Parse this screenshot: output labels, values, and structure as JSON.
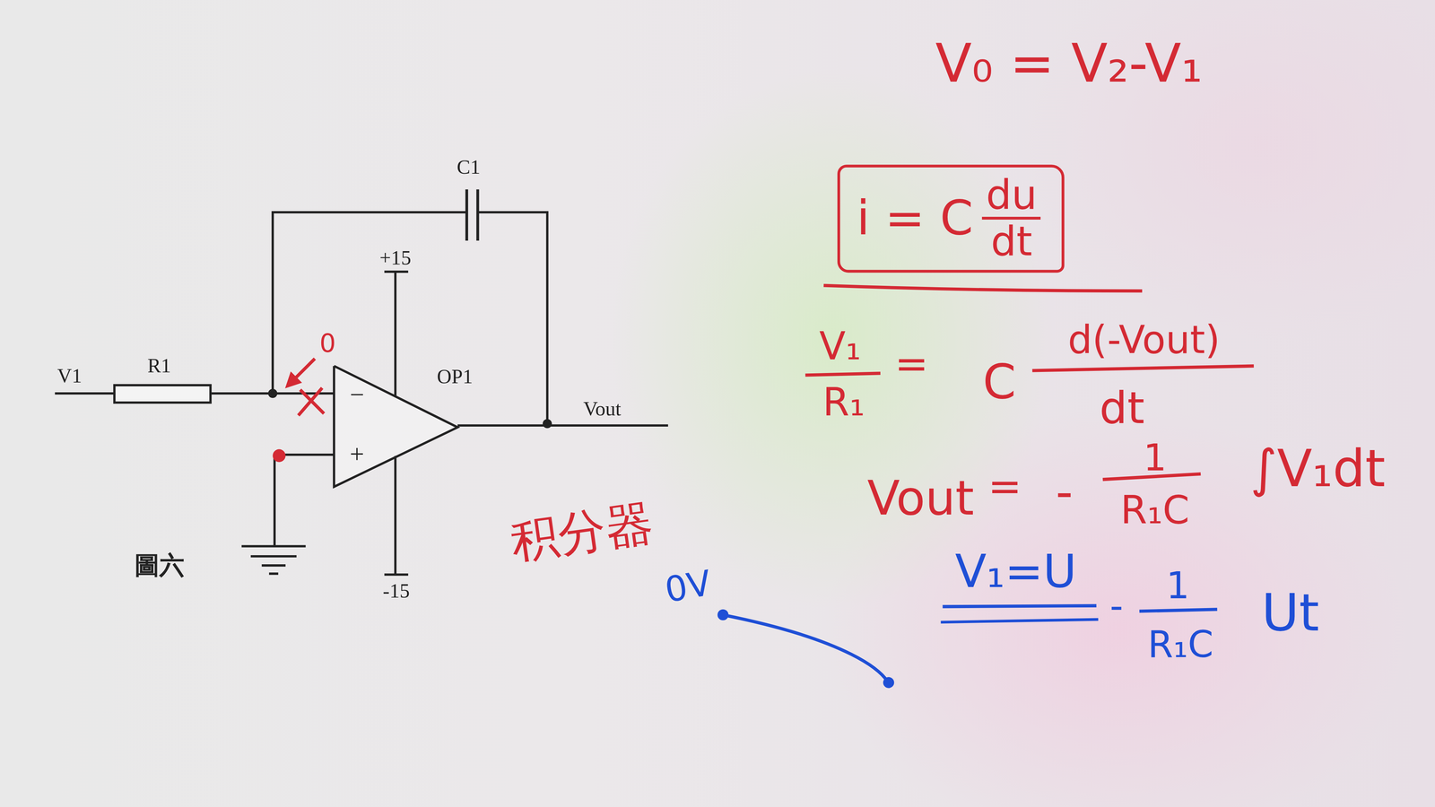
{
  "diagram": {
    "caption": "圖六",
    "nodes": [
      {
        "text": [
          "−",
          "+",
          "OP1"
        ]
      },
      {
        "text": [
          "i = C",
          "du",
          "dt"
        ]
      }
    ],
    "labels": [
      "C1",
      "+15",
      "V1",
      "R1",
      "Vout",
      "-15",
      "0",
      "积分器",
      "V₀ = V₂-V₁",
      "V₁",
      "R₁",
      "=",
      "C",
      "d(-Vout)",
      "dt",
      "Vout",
      "=",
      "-",
      "1",
      "R₁C",
      "∫V₁dt",
      "V₁=U",
      "-",
      "1",
      "R₁C",
      "Ut",
      "0V"
    ]
  }
}
